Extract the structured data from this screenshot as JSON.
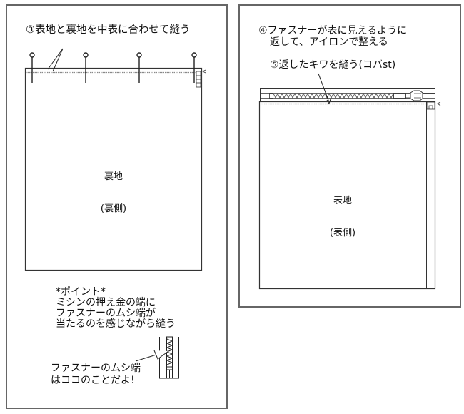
{
  "left_panel": {
    "step3_title": "③表地と裏地を中表に合わせて縫う",
    "fabric_label_line1": "裏地",
    "fabric_label_line2": "(裏側)",
    "point_note": {
      "heading": "*ポイント*",
      "line1": "ミシンの押え金の端に",
      "line2": "ファスナーのムシ端が",
      "line3": "当たるのを感じながら縫う"
    },
    "zipper_teeth_note": {
      "line1": "ファスナーのムシ端",
      "line2": "はココのことだよ!"
    },
    "pin_count": 4
  },
  "right_panel": {
    "step4_line1": "④ファスナーが表に見えるように",
    "step4_line2": "返して、アイロンで整える",
    "step5_title": "⑤返したキワを縫う(コバst)",
    "fabric_label_line1": "表地",
    "fabric_label_line2": "(表側)"
  },
  "colors": {
    "panel_border": "#666666",
    "line": "#222222",
    "stitch": "#888888",
    "background": "#ffffff"
  }
}
